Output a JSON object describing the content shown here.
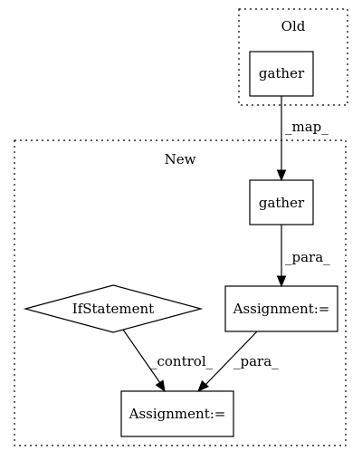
{
  "clusters": {
    "old": {
      "label": "Old"
    },
    "new": {
      "label": "New"
    }
  },
  "nodes": {
    "old_gather": "gather",
    "new_gather": "gather",
    "assignment_upper": "Assignment:=",
    "if_statement": "IfStatement",
    "assignment_lower": "Assignment:="
  },
  "edges": {
    "map": "_map_",
    "para_upper": "_para_",
    "control": "_control_",
    "para_lower": "_para_"
  }
}
